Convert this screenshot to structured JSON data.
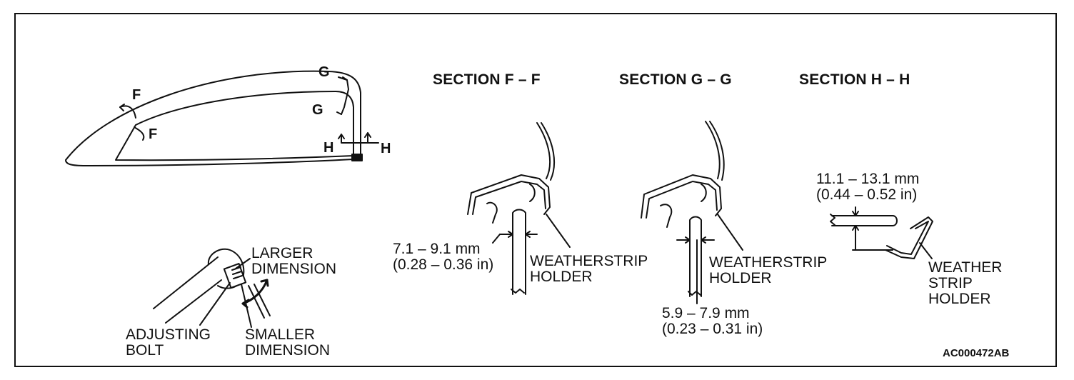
{
  "section_headings": {
    "f": "SECTION F – F",
    "g": "SECTION G – G",
    "h": "SECTION H – H"
  },
  "section_markers": {
    "f_outer": "F",
    "f_inner": "F",
    "g_outer": "G",
    "g_inner": "G",
    "h_left": "H",
    "h_right": "H"
  },
  "wrench": {
    "larger_line1": "LARGER",
    "larger_line2": "DIMENSION",
    "smaller_line1": "SMALLER",
    "smaller_line2": "DIMENSION",
    "bolt_line1": "ADJUSTING",
    "bolt_line2": "BOLT"
  },
  "section_f": {
    "dim_line1": "7.1 – 9.1 mm",
    "dim_line2": "(0.28 – 0.36 in)",
    "label_line1": "WEATHERSTRIP",
    "label_line2": "HOLDER"
  },
  "section_g": {
    "dim_line1": "5.9 – 7.9 mm",
    "dim_line2": "(0.23 – 0.31 in)",
    "label_line1": "WEATHERSTRIP",
    "label_line2": "HOLDER"
  },
  "section_h": {
    "dim_line1": "11.1 – 13.1 mm",
    "dim_line2": "(0.44 – 0.52 in)",
    "label_line1": "WEATHER",
    "label_line2": "STRIP",
    "label_line3": "HOLDER"
  },
  "figure_code": "AC000472AB"
}
